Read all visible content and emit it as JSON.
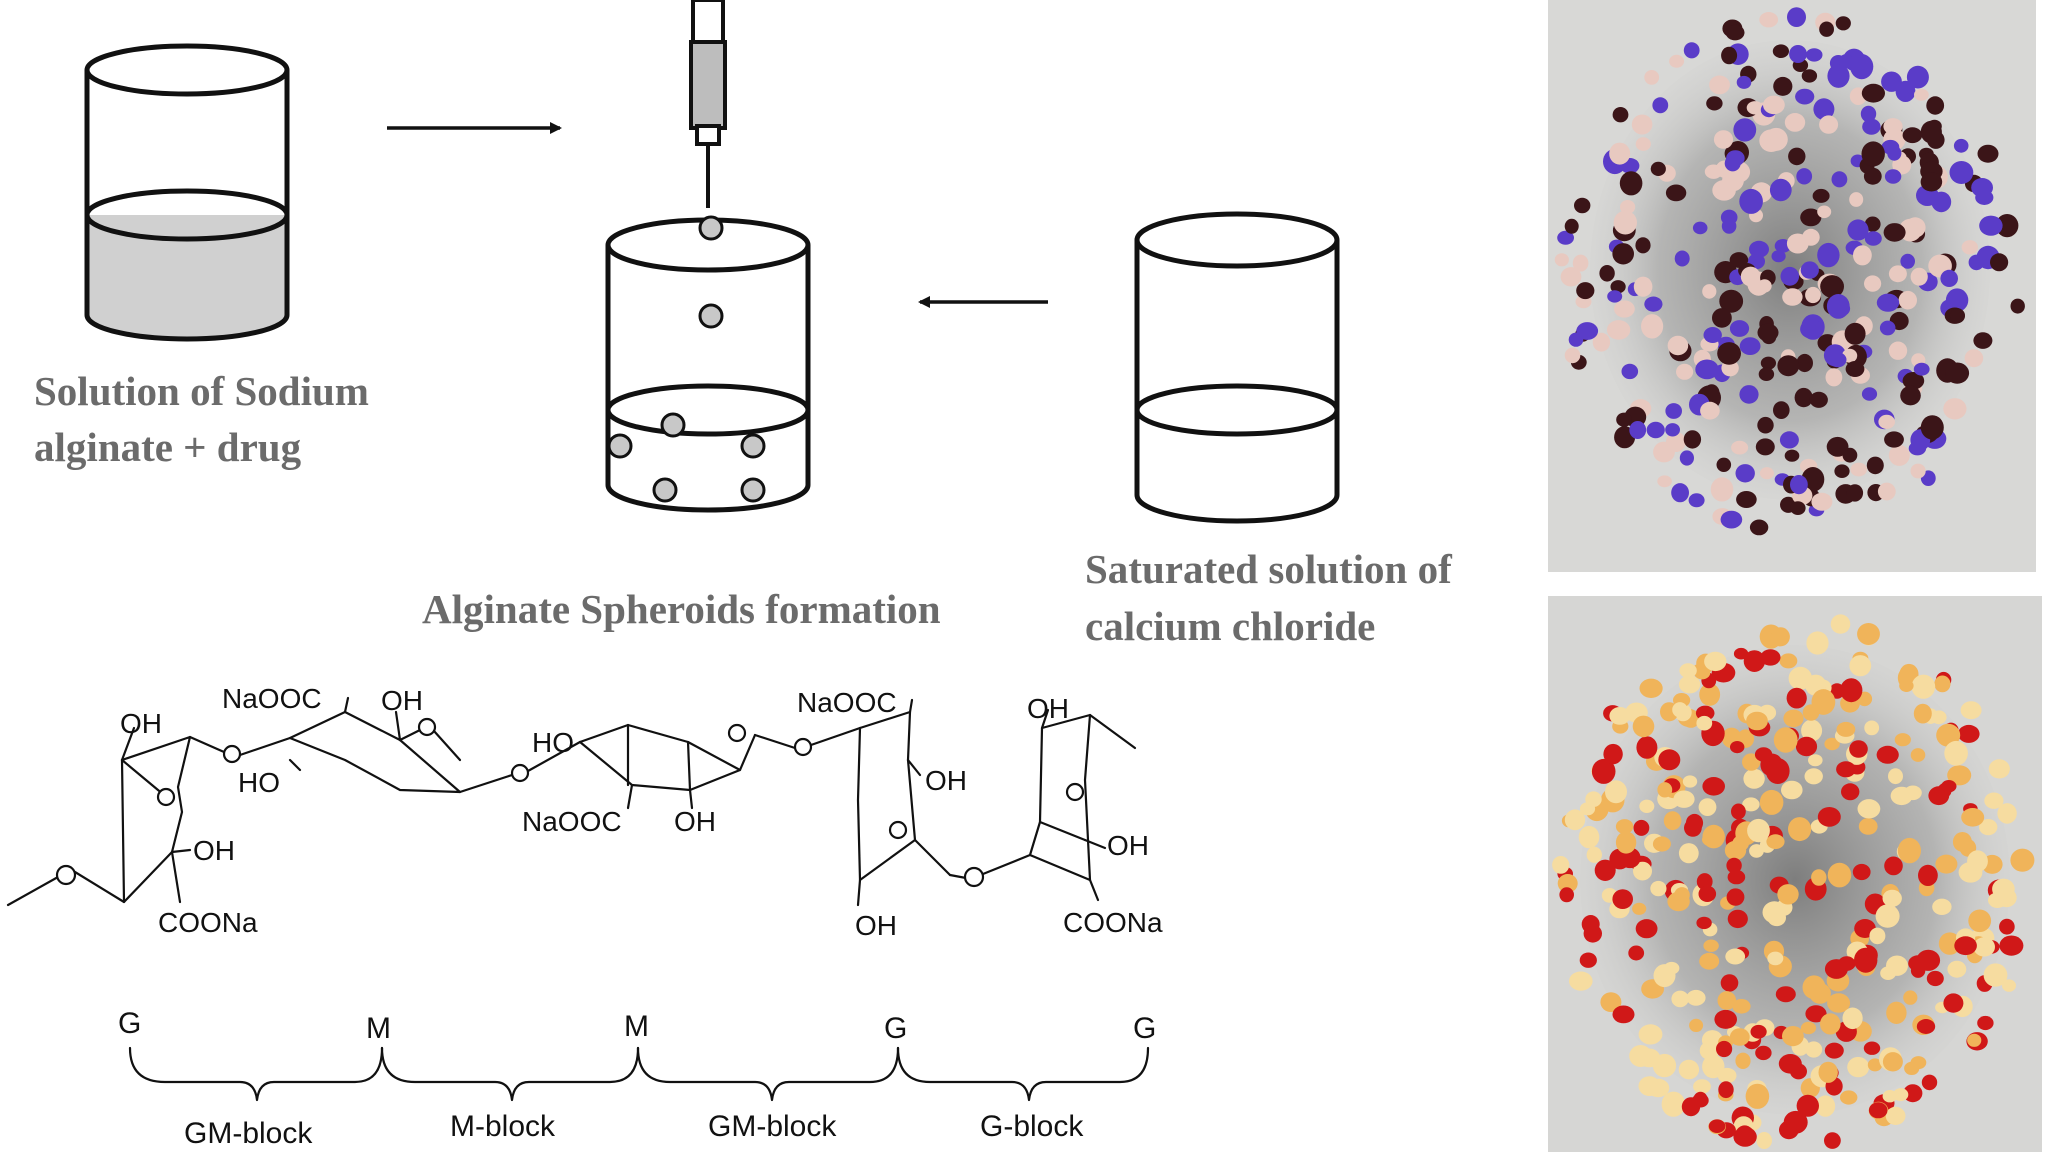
{
  "process": {
    "left_caption_line1": "Solution of Sodium",
    "left_caption_line2": "alginate + drug",
    "center_caption": "Alginate Spheroids formation",
    "right_caption_line1": "Saturated solution of",
    "right_caption_line2": "calcium chloride"
  },
  "structure": {
    "labels": {
      "oh_1": "OH",
      "naooc_1": "NaOOC",
      "oh_2": "OH",
      "ho_1": "HO",
      "ho_2": "HO",
      "naooc_2": "NaOOC",
      "oh_3": "OH",
      "naooc_3": "NaOOC",
      "oh_4": "OH",
      "oh_5": "OH",
      "oh_6": "OH",
      "coona_1": "COONa",
      "oh_7": "OH",
      "oh_8": "OH",
      "coona_2": "COONa"
    }
  },
  "blocks": {
    "units": [
      "G",
      "M",
      "M",
      "G",
      "G"
    ],
    "segments": [
      "GM-block",
      "M-block",
      "GM-block",
      "G-block"
    ]
  },
  "photos": {
    "top_bead_colors": [
      "#5a3cc8",
      "#3b1518",
      "#e8c9c0"
    ],
    "bottom_bead_colors": [
      "#d01818",
      "#f0b45a",
      "#f6dca0"
    ],
    "background": "#d9d9d9"
  }
}
